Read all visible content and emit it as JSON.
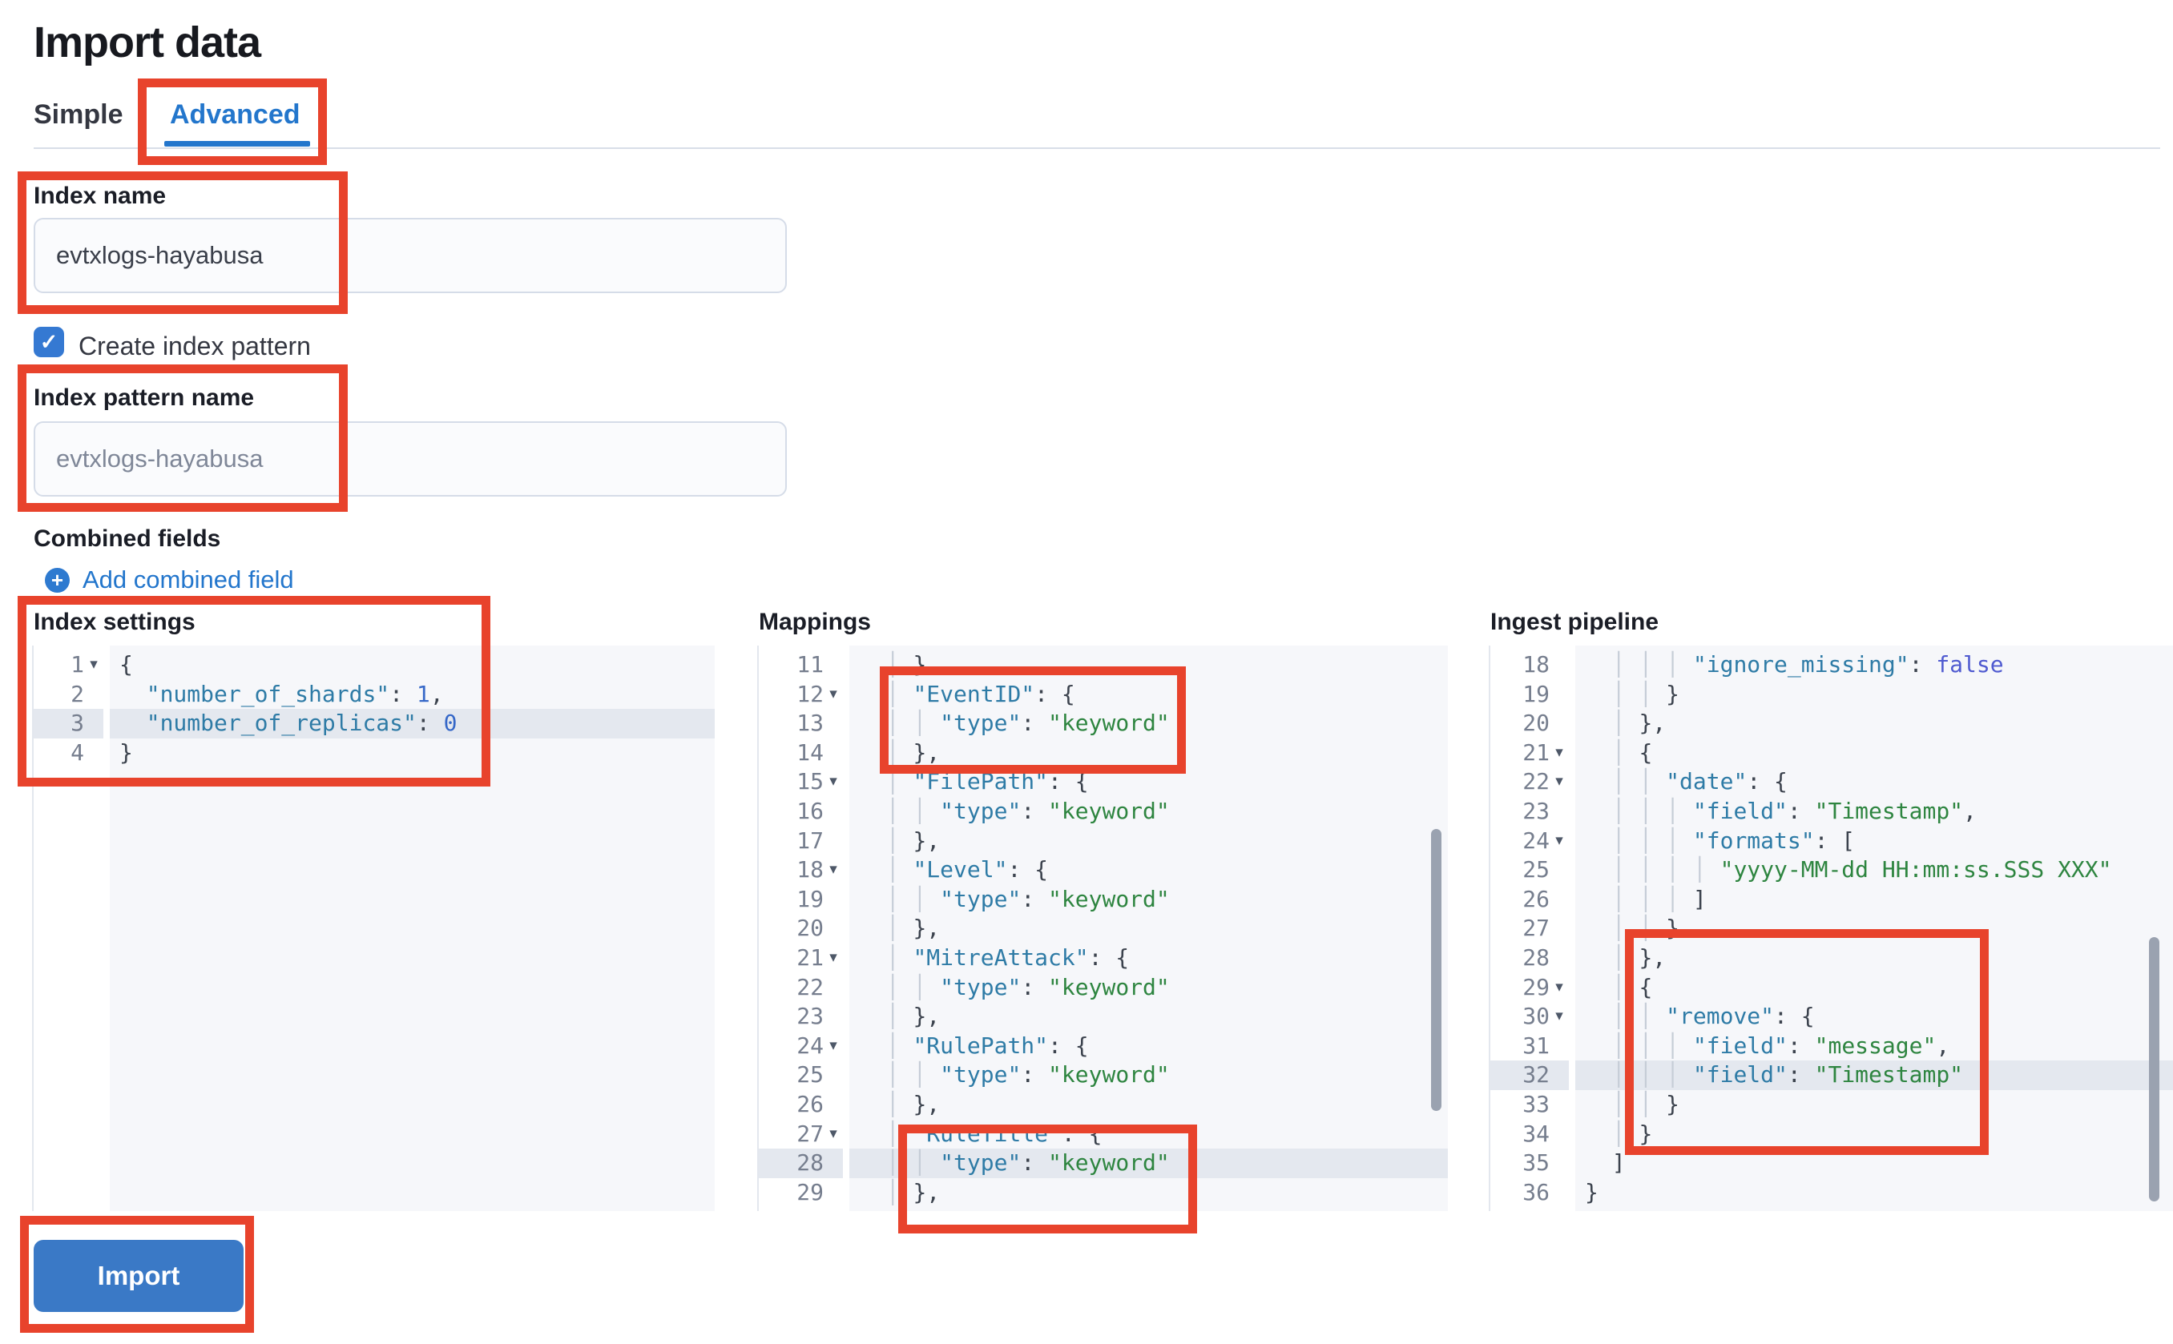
{
  "page": {
    "title": "Import data"
  },
  "tabs": [
    {
      "label": "Simple",
      "active": false
    },
    {
      "label": "Advanced",
      "active": true
    }
  ],
  "form": {
    "index_name": {
      "label": "Index name",
      "value": "evtxlogs-hayabusa"
    },
    "create_index_pattern": {
      "label": "Create index pattern",
      "checked": true,
      "check_glyph": "✓"
    },
    "index_pattern_name": {
      "label": "Index pattern name",
      "placeholder": "evtxlogs-hayabusa"
    },
    "combined_fields": {
      "label": "Combined fields",
      "add_link": "Add combined field",
      "add_icon": "plus-in-circle-icon",
      "plus_glyph": "+"
    }
  },
  "actions": {
    "import_label": "Import"
  },
  "colors": {
    "accent_blue": "#2376cc",
    "button_blue": "#3a79c6",
    "checkbox_blue": "#3579d2",
    "annotation_red": "#e8432c",
    "editor_bg": "#f6f7fa",
    "line_highlight": "#e4e8ef",
    "syntax_key": "#2e7ba6",
    "syntax_string": "#2e8540",
    "syntax_number": "#3668c8",
    "syntax_boolean": "#4f5ad0"
  },
  "editors": {
    "index_settings": {
      "label": "Index settings",
      "lines": [
        {
          "n": 1,
          "fold": true,
          "t": [
            [
              "p",
              "{"
            ]
          ]
        },
        {
          "n": 2,
          "t": [
            [
              "p",
              "  "
            ],
            [
              "k",
              "\"number_of_shards\""
            ],
            [
              "p",
              ": "
            ],
            [
              "n",
              "1"
            ],
            [
              "p",
              ","
            ]
          ]
        },
        {
          "n": 3,
          "hl": true,
          "t": [
            [
              "p",
              "  "
            ],
            [
              "k",
              "\"number_of_replicas\""
            ],
            [
              "p",
              ": "
            ],
            [
              "n",
              "0"
            ]
          ]
        },
        {
          "n": 4,
          "t": [
            [
              "p",
              "}"
            ]
          ]
        }
      ]
    },
    "mappings": {
      "label": "Mappings",
      "lines": [
        {
          "n": 11,
          "t": [
            [
              "p",
              "  "
            ],
            [
              "g",
              "│ "
            ],
            [
              "p",
              "},"
            ]
          ]
        },
        {
          "n": 12,
          "fold": true,
          "t": [
            [
              "p",
              "  "
            ],
            [
              "g",
              "│ "
            ],
            [
              "k",
              "\"EventID\""
            ],
            [
              "p",
              ": {"
            ]
          ]
        },
        {
          "n": 13,
          "t": [
            [
              "p",
              "  "
            ],
            [
              "g",
              "│ "
            ],
            [
              "g",
              "│ "
            ],
            [
              "k",
              "\"type\""
            ],
            [
              "p",
              ": "
            ],
            [
              "s",
              "\"keyword\""
            ]
          ]
        },
        {
          "n": 14,
          "t": [
            [
              "p",
              "  "
            ],
            [
              "g",
              "│ "
            ],
            [
              "p",
              "},"
            ]
          ]
        },
        {
          "n": 15,
          "fold": true,
          "t": [
            [
              "p",
              "  "
            ],
            [
              "g",
              "│ "
            ],
            [
              "k",
              "\"FilePath\""
            ],
            [
              "p",
              ": {"
            ]
          ]
        },
        {
          "n": 16,
          "t": [
            [
              "p",
              "  "
            ],
            [
              "g",
              "│ "
            ],
            [
              "g",
              "│ "
            ],
            [
              "k",
              "\"type\""
            ],
            [
              "p",
              ": "
            ],
            [
              "s",
              "\"keyword\""
            ]
          ]
        },
        {
          "n": 17,
          "t": [
            [
              "p",
              "  "
            ],
            [
              "g",
              "│ "
            ],
            [
              "p",
              "},"
            ]
          ]
        },
        {
          "n": 18,
          "fold": true,
          "t": [
            [
              "p",
              "  "
            ],
            [
              "g",
              "│ "
            ],
            [
              "k",
              "\"Level\""
            ],
            [
              "p",
              ": {"
            ]
          ]
        },
        {
          "n": 19,
          "t": [
            [
              "p",
              "  "
            ],
            [
              "g",
              "│ "
            ],
            [
              "g",
              "│ "
            ],
            [
              "k",
              "\"type\""
            ],
            [
              "p",
              ": "
            ],
            [
              "s",
              "\"keyword\""
            ]
          ]
        },
        {
          "n": 20,
          "t": [
            [
              "p",
              "  "
            ],
            [
              "g",
              "│ "
            ],
            [
              "p",
              "},"
            ]
          ]
        },
        {
          "n": 21,
          "fold": true,
          "t": [
            [
              "p",
              "  "
            ],
            [
              "g",
              "│ "
            ],
            [
              "k",
              "\"MitreAttack\""
            ],
            [
              "p",
              ": {"
            ]
          ]
        },
        {
          "n": 22,
          "t": [
            [
              "p",
              "  "
            ],
            [
              "g",
              "│ "
            ],
            [
              "g",
              "│ "
            ],
            [
              "k",
              "\"type\""
            ],
            [
              "p",
              ": "
            ],
            [
              "s",
              "\"keyword\""
            ]
          ]
        },
        {
          "n": 23,
          "t": [
            [
              "p",
              "  "
            ],
            [
              "g",
              "│ "
            ],
            [
              "p",
              "},"
            ]
          ]
        },
        {
          "n": 24,
          "fold": true,
          "t": [
            [
              "p",
              "  "
            ],
            [
              "g",
              "│ "
            ],
            [
              "k",
              "\"RulePath\""
            ],
            [
              "p",
              ": {"
            ]
          ]
        },
        {
          "n": 25,
          "t": [
            [
              "p",
              "  "
            ],
            [
              "g",
              "│ "
            ],
            [
              "g",
              "│ "
            ],
            [
              "k",
              "\"type\""
            ],
            [
              "p",
              ": "
            ],
            [
              "s",
              "\"keyword\""
            ]
          ]
        },
        {
          "n": 26,
          "t": [
            [
              "p",
              "  "
            ],
            [
              "g",
              "│ "
            ],
            [
              "p",
              "},"
            ]
          ]
        },
        {
          "n": 27,
          "fold": true,
          "t": [
            [
              "p",
              "  "
            ],
            [
              "g",
              "│ "
            ],
            [
              "k",
              "\"RuleTitle\""
            ],
            [
              "p",
              ": {"
            ]
          ]
        },
        {
          "n": 28,
          "hl": true,
          "t": [
            [
              "p",
              "  "
            ],
            [
              "g",
              "│ "
            ],
            [
              "g",
              "│ "
            ],
            [
              "k",
              "\"type\""
            ],
            [
              "p",
              ": "
            ],
            [
              "s",
              "\"keyword\""
            ]
          ]
        },
        {
          "n": 29,
          "t": [
            [
              "p",
              "  "
            ],
            [
              "g",
              "│ "
            ],
            [
              "p",
              "},"
            ]
          ]
        }
      ]
    },
    "ingest_pipeline": {
      "label": "Ingest pipeline",
      "lines": [
        {
          "n": 18,
          "t": [
            [
              "p",
              "  "
            ],
            [
              "g",
              "│ "
            ],
            [
              "g",
              "│ "
            ],
            [
              "g",
              "│ "
            ],
            [
              "k",
              "\"ignore_missing\""
            ],
            [
              "p",
              ": "
            ],
            [
              "b",
              "false"
            ]
          ]
        },
        {
          "n": 19,
          "t": [
            [
              "p",
              "  "
            ],
            [
              "g",
              "│ "
            ],
            [
              "g",
              "│ "
            ],
            [
              "p",
              "}"
            ]
          ]
        },
        {
          "n": 20,
          "t": [
            [
              "p",
              "  "
            ],
            [
              "g",
              "│ "
            ],
            [
              "p",
              "},"
            ]
          ]
        },
        {
          "n": 21,
          "fold": true,
          "t": [
            [
              "p",
              "  "
            ],
            [
              "g",
              "│ "
            ],
            [
              "p",
              "{"
            ]
          ]
        },
        {
          "n": 22,
          "fold": true,
          "t": [
            [
              "p",
              "  "
            ],
            [
              "g",
              "│ "
            ],
            [
              "g",
              "│ "
            ],
            [
              "k",
              "\"date\""
            ],
            [
              "p",
              ": {"
            ]
          ]
        },
        {
          "n": 23,
          "t": [
            [
              "p",
              "  "
            ],
            [
              "g",
              "│ "
            ],
            [
              "g",
              "│ "
            ],
            [
              "g",
              "│ "
            ],
            [
              "k",
              "\"field\""
            ],
            [
              "p",
              ": "
            ],
            [
              "s",
              "\"Timestamp\""
            ],
            [
              "p",
              ","
            ]
          ]
        },
        {
          "n": 24,
          "fold": true,
          "t": [
            [
              "p",
              "  "
            ],
            [
              "g",
              "│ "
            ],
            [
              "g",
              "│ "
            ],
            [
              "g",
              "│ "
            ],
            [
              "k",
              "\"formats\""
            ],
            [
              "p",
              ": ["
            ]
          ]
        },
        {
          "n": 25,
          "t": [
            [
              "p",
              "  "
            ],
            [
              "g",
              "│ "
            ],
            [
              "g",
              "│ "
            ],
            [
              "g",
              "│ "
            ],
            [
              "g",
              "│ "
            ],
            [
              "s",
              "\"yyyy-MM-dd HH:mm:ss.SSS XXX\""
            ]
          ]
        },
        {
          "n": 26,
          "t": [
            [
              "p",
              "  "
            ],
            [
              "g",
              "│ "
            ],
            [
              "g",
              "│ "
            ],
            [
              "g",
              "│ "
            ],
            [
              "p",
              "]"
            ]
          ]
        },
        {
          "n": 27,
          "t": [
            [
              "p",
              "  "
            ],
            [
              "g",
              "│ "
            ],
            [
              "g",
              "│ "
            ],
            [
              "p",
              "}"
            ]
          ]
        },
        {
          "n": 28,
          "t": [
            [
              "p",
              "  "
            ],
            [
              "g",
              "│ "
            ],
            [
              "p",
              "},"
            ]
          ]
        },
        {
          "n": 29,
          "fold": true,
          "t": [
            [
              "p",
              "  "
            ],
            [
              "g",
              "│ "
            ],
            [
              "p",
              "{"
            ]
          ]
        },
        {
          "n": 30,
          "fold": true,
          "t": [
            [
              "p",
              "  "
            ],
            [
              "g",
              "│ "
            ],
            [
              "g",
              "│ "
            ],
            [
              "k",
              "\"remove\""
            ],
            [
              "p",
              ": {"
            ]
          ]
        },
        {
          "n": 31,
          "t": [
            [
              "p",
              "  "
            ],
            [
              "g",
              "│ "
            ],
            [
              "g",
              "│ "
            ],
            [
              "g",
              "│ "
            ],
            [
              "k",
              "\"field\""
            ],
            [
              "p",
              ": "
            ],
            [
              "s",
              "\"message\""
            ],
            [
              "p",
              ","
            ]
          ]
        },
        {
          "n": 32,
          "hl": true,
          "t": [
            [
              "p",
              "  "
            ],
            [
              "g",
              "│ "
            ],
            [
              "g",
              "│ "
            ],
            [
              "g",
              "│ "
            ],
            [
              "k",
              "\"field\""
            ],
            [
              "p",
              ": "
            ],
            [
              "s",
              "\"Timestamp\""
            ]
          ]
        },
        {
          "n": 33,
          "t": [
            [
              "p",
              "  "
            ],
            [
              "g",
              "│ "
            ],
            [
              "g",
              "│ "
            ],
            [
              "p",
              "}"
            ]
          ]
        },
        {
          "n": 34,
          "t": [
            [
              "p",
              "  "
            ],
            [
              "g",
              "│ "
            ],
            [
              "p",
              "}"
            ]
          ]
        },
        {
          "n": 35,
          "t": [
            [
              "p",
              "  ]"
            ]
          ]
        },
        {
          "n": 36,
          "t": [
            [
              "p",
              "}"
            ]
          ]
        }
      ]
    }
  }
}
